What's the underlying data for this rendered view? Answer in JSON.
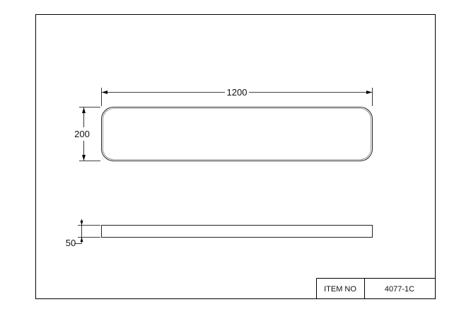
{
  "dimensions": {
    "length": "1200",
    "height": "200",
    "thickness": "50"
  },
  "title_block": {
    "label": "ITEM NO",
    "value": "4077-1C"
  },
  "colors": {
    "line": "#000000",
    "background": "#ffffff"
  }
}
